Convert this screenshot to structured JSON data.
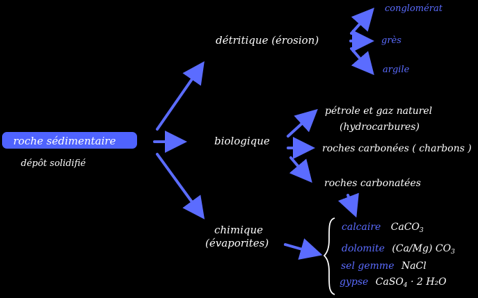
{
  "root": {
    "label": "roche sédimentaire",
    "sublabel": "dépôt solidifié"
  },
  "categories": {
    "detritique": {
      "label": "détritique (érosion)",
      "items": [
        "conglomérat",
        "grès",
        "argile"
      ]
    },
    "biologique": {
      "label": "biologique",
      "items": [
        "pétrole et gaz naturel",
        "(hydrocarbures)",
        "roches carbonées ( charbons )",
        "roches carbonatées"
      ]
    },
    "chimique": {
      "label_line1": "chimique",
      "label_line2": "(évaporites)",
      "items": [
        {
          "name": "calcaire",
          "formula_prefix": "CaCO",
          "formula_sub": "3",
          "formula_suffix": ""
        },
        {
          "name": "dolomite",
          "formula_prefix": "(Ca/Mg) CO",
          "formula_sub": "3",
          "formula_suffix": ""
        },
        {
          "name": "sel gemme",
          "formula_prefix": "NaCl",
          "formula_sub": "",
          "formula_suffix": ""
        },
        {
          "name": "gypse",
          "formula_prefix": "CaSO",
          "formula_sub": "4",
          "formula_suffix": " · 2 H₂O"
        }
      ]
    }
  },
  "colors": {
    "background": "#000000",
    "text": "#ffffff",
    "accent": "#5b6cff"
  }
}
